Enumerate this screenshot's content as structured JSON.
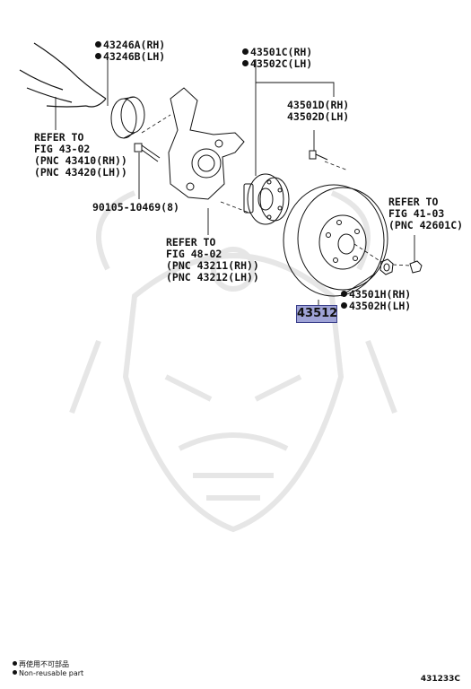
{
  "callouts": {
    "seal_rh": "43246A(RH)",
    "seal_lh": "43246B(LH)",
    "refer_4302": [
      "REFER TO",
      "FIG 43-02",
      "(PNC 43410(RH))",
      "(PNC 43420(LH))"
    ],
    "bolt": "90105-10469(8)",
    "refer_4802": [
      "REFER TO",
      "FIG 48-02",
      "(PNC 43211(RH))",
      "(PNC 43212(LH))"
    ],
    "hub_rh": "43501C(RH)",
    "hub_lh": "43502C(LH)",
    "hub_bolt_rh": "43501D(RH)",
    "hub_bolt_lh": "43502D(LH)",
    "refer_4103": [
      "REFER TO",
      "FIG 41-03",
      "(PNC 42601C)"
    ],
    "disc": "43512",
    "nut_rh": "43501H(RH)",
    "nut_lh": "43502H(LH)"
  },
  "legend": {
    "jp": "再使用不可部品",
    "en": "Non-reusable part"
  },
  "figure_code": "431233C",
  "colors": {
    "highlight_fill": "#9fa3d6",
    "highlight_border": "#3a3f8a",
    "watermark": "#e6e6e6"
  }
}
